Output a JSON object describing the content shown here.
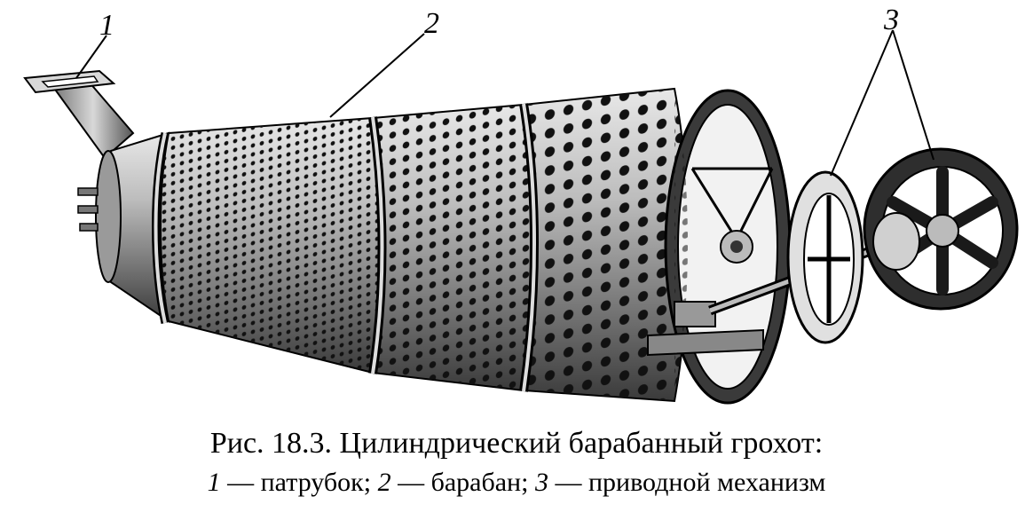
{
  "callouts": {
    "c1": "1",
    "c2": "2",
    "c3": "3"
  },
  "caption": {
    "title": "Рис. 18.3. Цилиндрический барабанный грохот:",
    "legend": [
      {
        "num": "1",
        "text": " — патрубок; "
      },
      {
        "num": "2",
        "text": " — барабан; "
      },
      {
        "num": "3",
        "text": " — приводной механизм"
      }
    ]
  },
  "colors": {
    "ink": "#000000",
    "paper": "#ffffff",
    "metal": "#8a8a8a"
  }
}
